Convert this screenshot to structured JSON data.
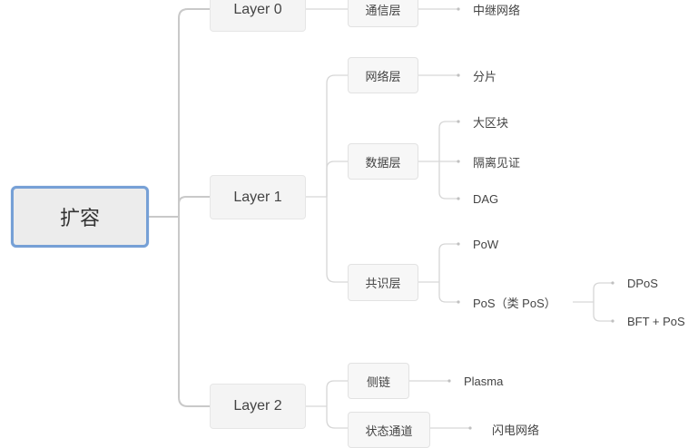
{
  "mindmap": {
    "root": "扩容",
    "layer0": {
      "label": "Layer 0",
      "children": [
        {
          "label": "通信层",
          "children": [
            "中继网络"
          ]
        }
      ]
    },
    "layer1": {
      "label": "Layer 1",
      "children": [
        {
          "label": "网络层",
          "children": [
            "分片"
          ]
        },
        {
          "label": "数据层",
          "children": [
            "大区块",
            "隔离见证",
            "DAG"
          ]
        },
        {
          "label": "共识层",
          "children": [
            "PoW",
            "PoS（类 PoS）"
          ],
          "pos_children": [
            "DPoS",
            "BFT + PoS"
          ]
        }
      ]
    },
    "layer2": {
      "label": "Layer 2",
      "children": [
        {
          "label": "侧链",
          "children": [
            "Plasma"
          ]
        },
        {
          "label": "状态通道",
          "children": [
            "闪电网络"
          ]
        }
      ]
    },
    "colors": {
      "root_border": "#76a0d6",
      "connector": "#cccccc",
      "node_fill": "#f4f4f4",
      "text": "#444444"
    }
  }
}
